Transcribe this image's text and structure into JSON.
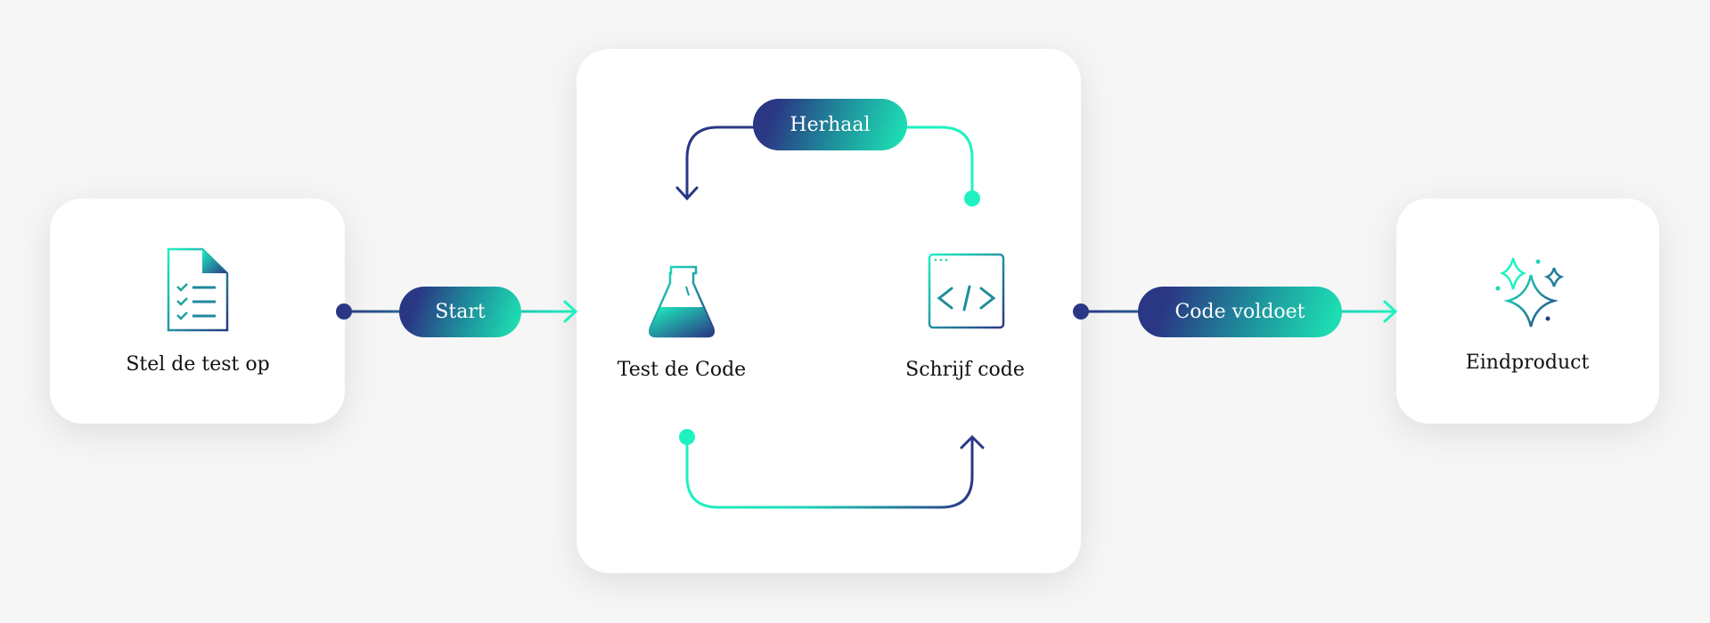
{
  "steps": {
    "setup": {
      "label": "Stel de test op",
      "icon": "checklist-document-icon"
    },
    "test": {
      "label": "Test de Code",
      "icon": "flask-icon"
    },
    "write": {
      "label": "Schrijf code",
      "icon": "code-window-icon"
    },
    "final": {
      "label": "Eindproduct",
      "icon": "sparkles-icon"
    }
  },
  "connectors": {
    "start": "Start",
    "repeat": "Herhaal",
    "passes": "Code voldoet"
  },
  "colors": {
    "navy": "#2a3784",
    "mint": "#1ef2c0",
    "background": "#f6f6f6"
  }
}
